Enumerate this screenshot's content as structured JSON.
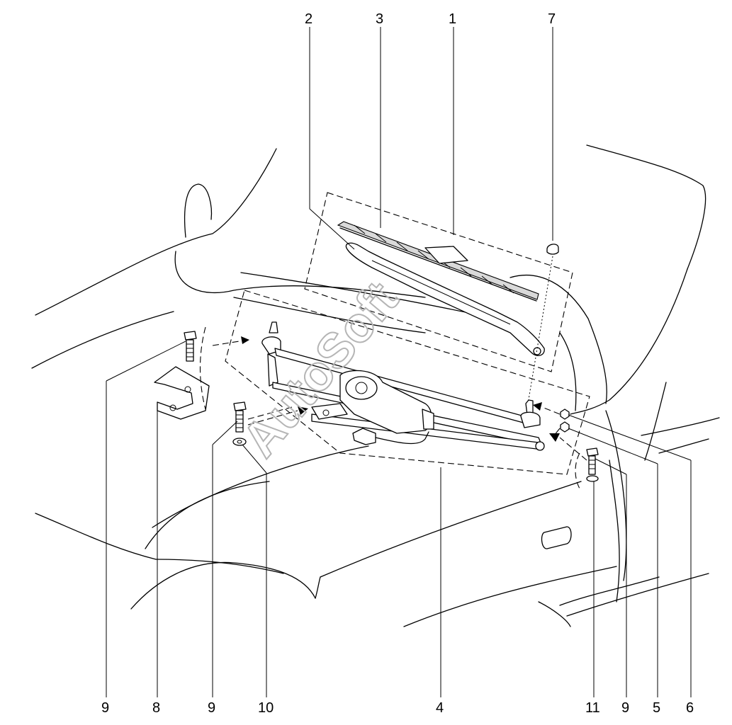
{
  "watermark": "AutoSoft",
  "callouts": {
    "n1": "1",
    "n2": "2",
    "n3": "3",
    "n4": "4",
    "n5": "5",
    "n6": "6",
    "n7": "7",
    "n8": "8",
    "n9a": "9",
    "n9b": "9",
    "n9c": "9",
    "n10": "10",
    "n11": "11"
  }
}
